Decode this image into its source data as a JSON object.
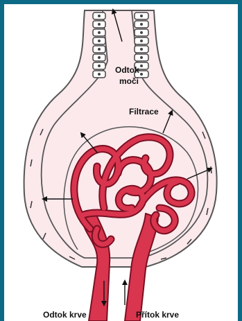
{
  "labels": {
    "urine_outflow": [
      "Odtok",
      "moči"
    ],
    "filtration": "Filtrace",
    "blood_outflow": "Odtok krve",
    "blood_inflow": "Přítok krve"
  },
  "colors": {
    "frame": "#0c6a86",
    "capsule_fill": "#fbe9ec",
    "capsule_stroke": "#555555",
    "vessel_fill": "#d9354e",
    "vessel_stroke": "#7a0f22",
    "arrow": "#111111"
  }
}
